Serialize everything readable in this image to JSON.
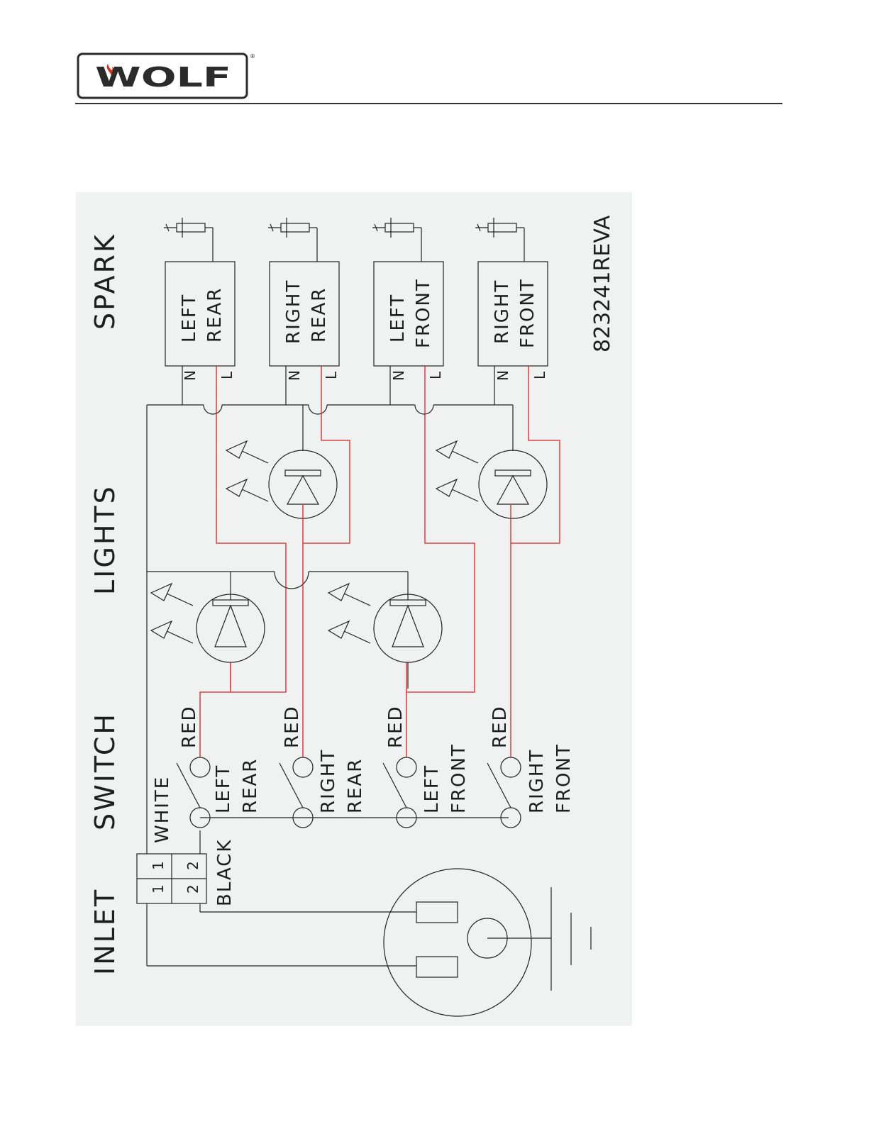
{
  "brand": {
    "logo_text": "WOLF",
    "registered_mark": "®"
  },
  "diagram": {
    "headings": {
      "inlet": "INLET",
      "switch": "SWITCH",
      "lights": "LIGHTS",
      "spark": "SPARK"
    },
    "wire_labels": {
      "white": "WHITE",
      "black": "BLACK",
      "red": "RED"
    },
    "terminal_labels": {
      "n": "N",
      "l": "L",
      "one": "1",
      "two": "2"
    },
    "positions": [
      {
        "line1": "LEFT",
        "line2": "REAR"
      },
      {
        "line1": "RIGHT",
        "line2": "REAR"
      },
      {
        "line1": "LEFT",
        "line2": "FRONT"
      },
      {
        "line1": "RIGHT",
        "line2": "FRONT"
      }
    ],
    "part_number": "823241REVA"
  },
  "colors": {
    "line": "#222222",
    "red_wire": "#e02020",
    "panel": "#f0f1f1",
    "logo_flame": "#d6301e"
  }
}
